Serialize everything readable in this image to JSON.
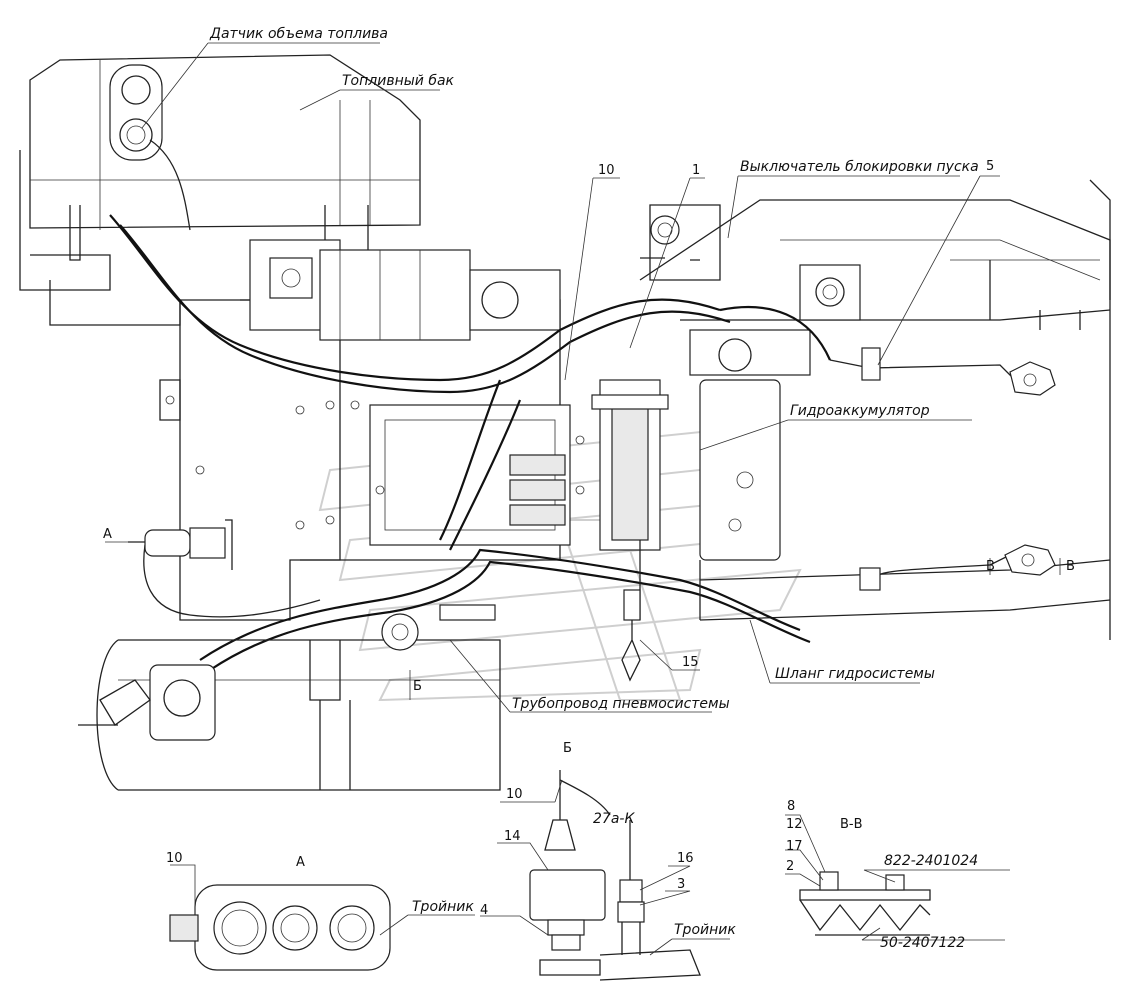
{
  "labels": {
    "fuel_sensor": "Датчик объема топлива",
    "fuel_tank": "Топливный бак",
    "start_lock_switch": "Выключатель блокировки пуска",
    "hydro_accumulator": "Гидроаккумулятор",
    "hydro_hose": "Шланг гидросистемы",
    "pneumo_pipe": "Трубопровод пневмосистемы",
    "tee_a": "Тройник",
    "tee_b": "Тройник",
    "view_a_arrow": "А",
    "view_a_title": "А",
    "view_b_title": "Б",
    "view_b_mark": "Б",
    "section_v_title": "В-В",
    "section_v_left": "В",
    "section_v_right": "В",
    "part_822": "822-2401024",
    "part_50": "50-2407122",
    "wire_27a": "27а-К"
  },
  "callouts": {
    "n10_main": "10",
    "n1": "1",
    "n5": "5",
    "n15": "15",
    "n10_a": "10",
    "n10_b": "10",
    "n14": "14",
    "n16": "16",
    "n3": "3",
    "n4": "4",
    "n8": "8",
    "n12": "12",
    "n17": "17",
    "n2": "2"
  },
  "icons": {
    "plus_marker": "plus-mark-icon",
    "bolt_head": "bolt-icon"
  }
}
